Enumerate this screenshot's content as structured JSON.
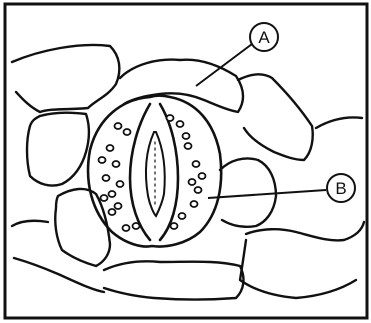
{
  "diagram": {
    "labels": [
      {
        "id": "A",
        "text": "A"
      },
      {
        "id": "B",
        "text": "B"
      }
    ]
  },
  "colors": {
    "ink": "#111111",
    "background": "#ffffff"
  }
}
